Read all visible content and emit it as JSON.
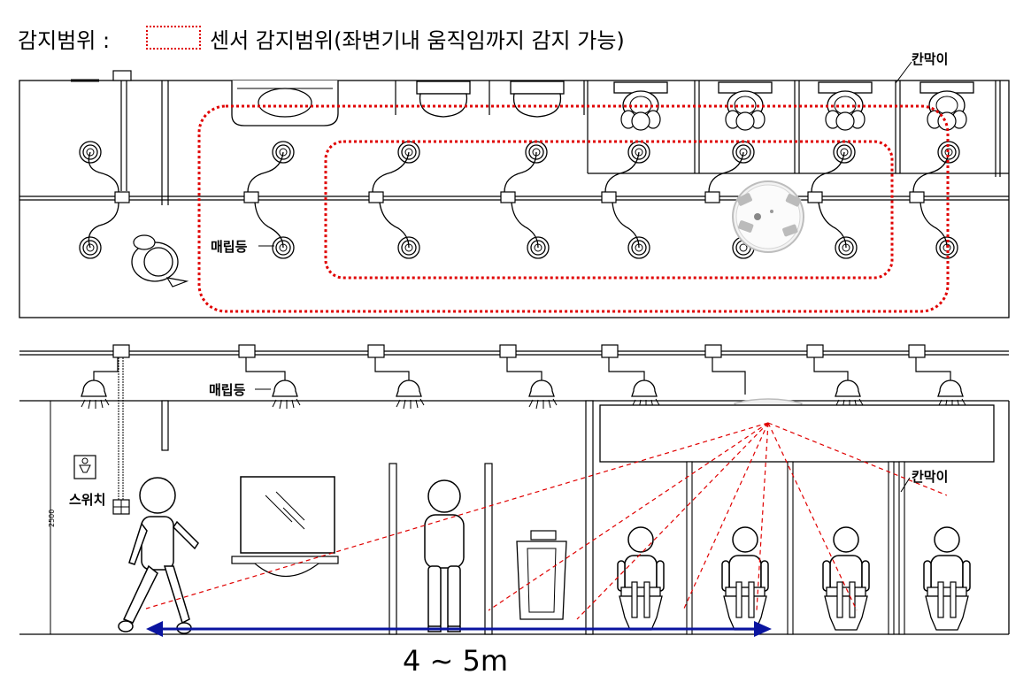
{
  "legend": {
    "label": "감지범위 :",
    "description": "센서 감지범위(좌변기내 움직임까지 감지 가능)"
  },
  "labels": {
    "partition_plan": "칸막이",
    "partition_elev": "칸막이",
    "light_plan": "매립등",
    "light_elev": "매립등",
    "switch": "스위치",
    "height_dim": "2500",
    "range": "4 ~ 5m"
  },
  "colors": {
    "detection": "#e00000",
    "range_arrow": "#0a14a0",
    "line": "#000000"
  }
}
